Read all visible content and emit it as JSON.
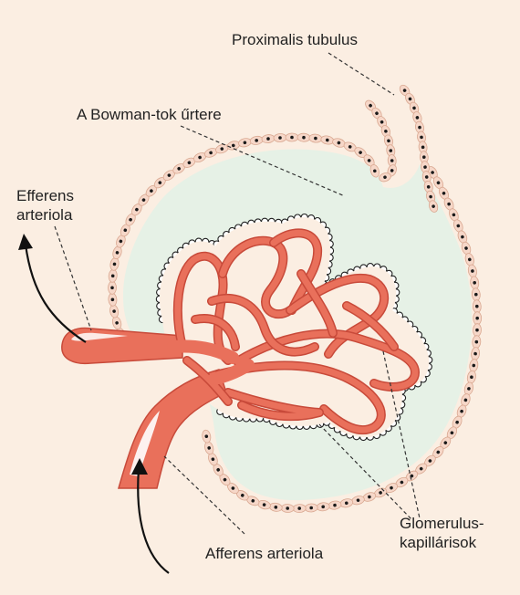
{
  "labels": {
    "proximal_tubule": "Proximalis tubulus",
    "bowman_space": "A Bowman-tok űrtere",
    "efferent_line1": "Efferens",
    "efferent_line2": "arteriola",
    "afferent": "Afferens arteriola",
    "glomerular_line1": "Glomerulus-",
    "glomerular_line2": "kapillárisok"
  },
  "colors": {
    "background": "#fbeee2",
    "bowman_space_fill": "#e6f1e6",
    "epithelium_cell": "#f6d7c8",
    "cell_nucleus": "#1a1a1a",
    "podocyte_ring": "#ffffff",
    "vessel": "#e9705b",
    "vessel_outline": "#c84a3a",
    "vessel_highlight": "#ffffff",
    "leader_line": "#333333",
    "arrow": "#111111"
  }
}
